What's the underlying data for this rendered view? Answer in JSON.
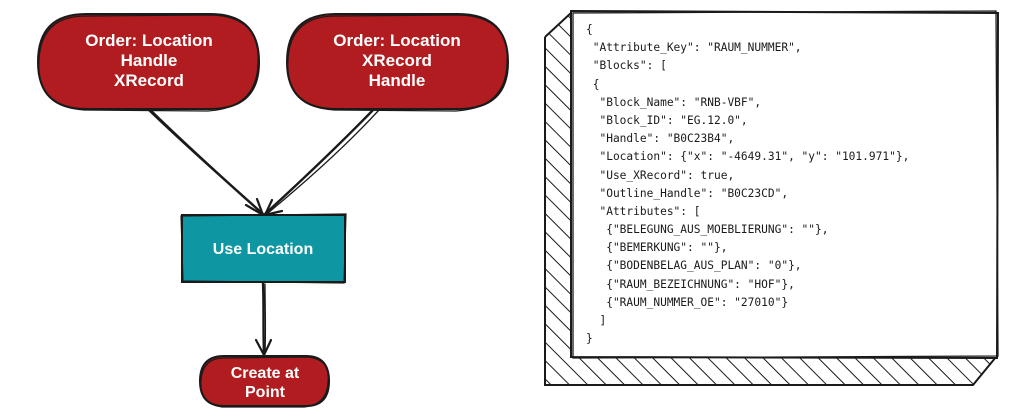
{
  "nodes": {
    "order_location_first": {
      "lines": [
        "Order: Location",
        "Handle",
        "XRecord"
      ],
      "fill": "#b01c1f",
      "stroke": "#1a1a1a"
    },
    "order_location_xrecord": {
      "lines": [
        "Order: Location",
        "XRecord",
        "Handle"
      ],
      "fill": "#b01c1f",
      "stroke": "#1a1a1a"
    },
    "use_location": {
      "lines": [
        "Use Location"
      ],
      "fill": "#0e97a3",
      "stroke": "#1a1a1a"
    },
    "create_at_point": {
      "lines": [
        "Create at",
        "Point"
      ],
      "fill": "#b01c1f",
      "stroke": "#1a1a1a"
    }
  },
  "code": {
    "lines": [
      "{",
      " \"Attribute_Key\": \"RAUM_NUMMER\",",
      " \"Blocks\": [",
      " {",
      "  \"Block_Name\": \"RNB-VBF\",",
      "  \"Block_ID\": \"EG.12.0\",",
      "  \"Handle\": \"B0C23B4\",",
      "  \"Location\": {\"x\": \"-4649.31\", \"y\": \"101.971\"},",
      "  \"Use_XRecord\": true,",
      "  \"Outline_Handle\": \"B0C23CD\",",
      "  \"Attributes\": [",
      "   {\"BELEGUNG_AUS_MOEBLIERUNG\": \"\"},",
      "   {\"BEMERKUNG\": \"\"},",
      "   {\"BODENBELAG_AUS_PLAN\": \"0\"},",
      "   {\"RAUM_BEZEICHNUNG\": \"HOF\"},",
      "   {\"RAUM_NUMMER_OE\": \"27010\"}",
      "  ]",
      "}"
    ]
  },
  "colors": {
    "ink": "#1a1a1a",
    "red_node": "#b01c1f",
    "teal_node": "#0e97a3"
  }
}
